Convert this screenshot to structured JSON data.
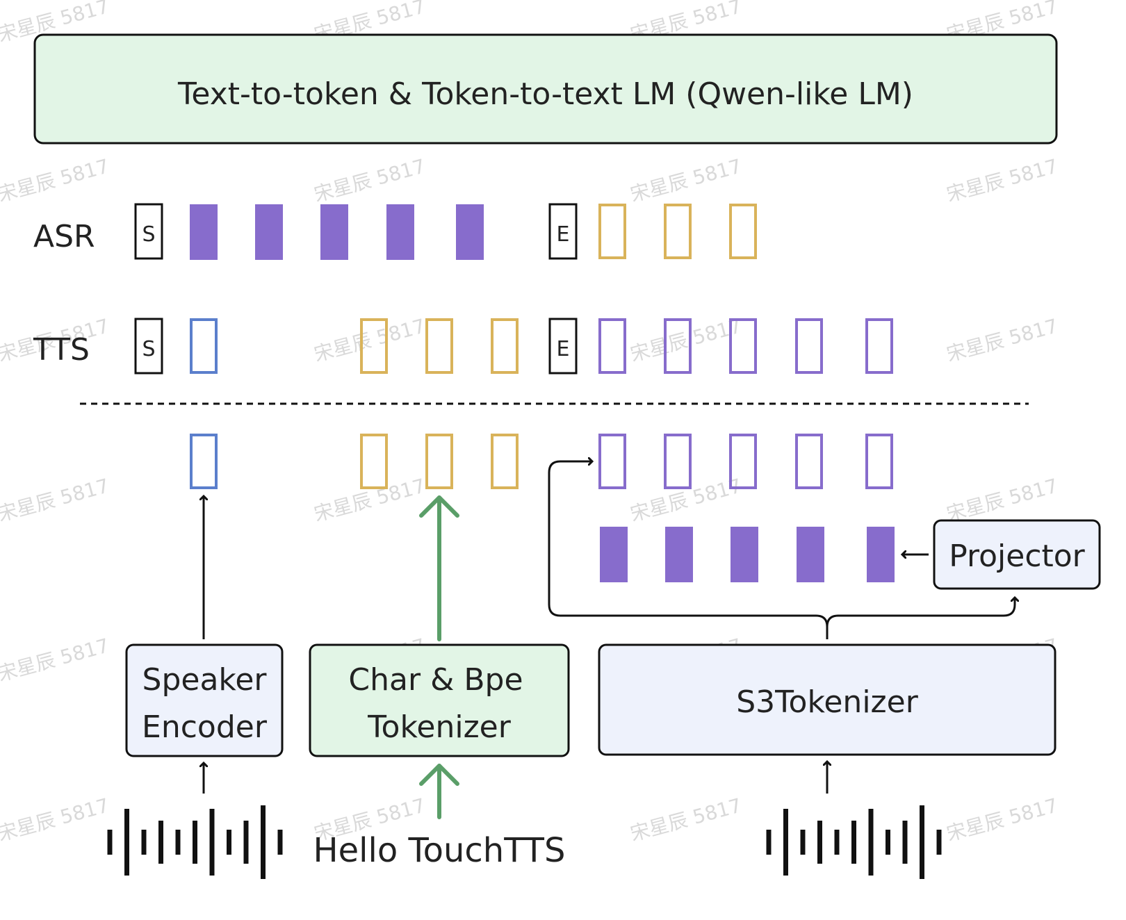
{
  "lm": {
    "title": "Text-to-token & Token-to-text LM (Qwen-like LM)"
  },
  "rows": {
    "asr": "ASR",
    "tts": "TTS"
  },
  "markers": {
    "start": "S",
    "end": "E"
  },
  "modules": {
    "speaker_encoder": [
      "Speaker",
      "Encoder"
    ],
    "char_bpe_tokenizer": [
      "Char & Bpe",
      "Tokenizer"
    ],
    "s3_tokenizer": "S3Tokenizer",
    "projector": "Projector"
  },
  "input_text": "Hello TouchTTS",
  "watermark": "宋星辰 5817",
  "colors": {
    "lm_fill": "#e2f5e6",
    "purple": "#876ccc",
    "gold": "#d9b35a",
    "blue": "#5b7fcc",
    "green_arrow": "#5a9e68",
    "module_blue_fill": "#eef2fc",
    "module_green_fill": "#e2f5e6"
  }
}
